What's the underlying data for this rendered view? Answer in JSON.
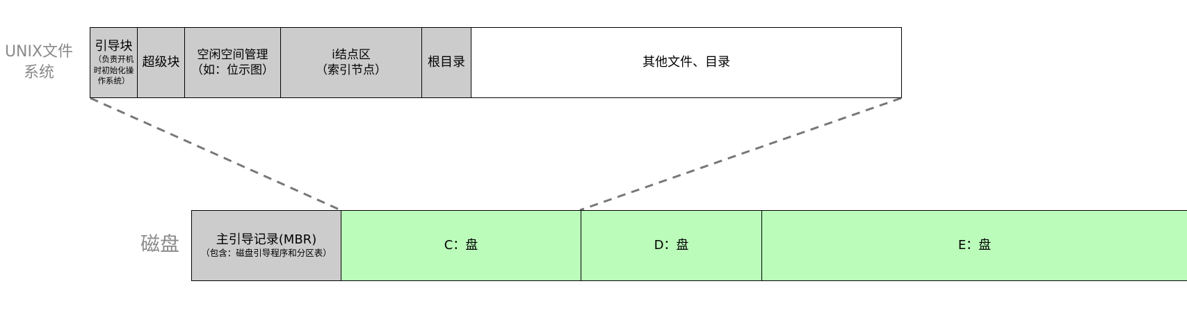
{
  "unix_fs": {
    "label_line1": "UNIX文件",
    "label_line2": "系统",
    "blocks": [
      {
        "title": "引导块",
        "sub1": "（负责开机",
        "sub2": "时初始化操",
        "sub3": "作系统）"
      },
      {
        "title": "超级块"
      },
      {
        "title": "空闲空间管理",
        "sub1": "（如：位示图）"
      },
      {
        "title": "i结点区",
        "sub1": "（索引节点）"
      },
      {
        "title": "根目录"
      },
      {
        "title": "其他文件、目录"
      }
    ]
  },
  "disk": {
    "label": "磁盘",
    "partitions": [
      {
        "title": "主引导记录(MBR)",
        "sub1": "（包含：磁盘引导程序和分区表）"
      },
      {
        "title": "C：盘"
      },
      {
        "title": "D：盘"
      },
      {
        "title": "E：盘"
      }
    ]
  },
  "colors": {
    "system_area": "#cccccc",
    "partition": "#bbfcbb",
    "free_area": "#ffffff",
    "connector": "#777777"
  }
}
